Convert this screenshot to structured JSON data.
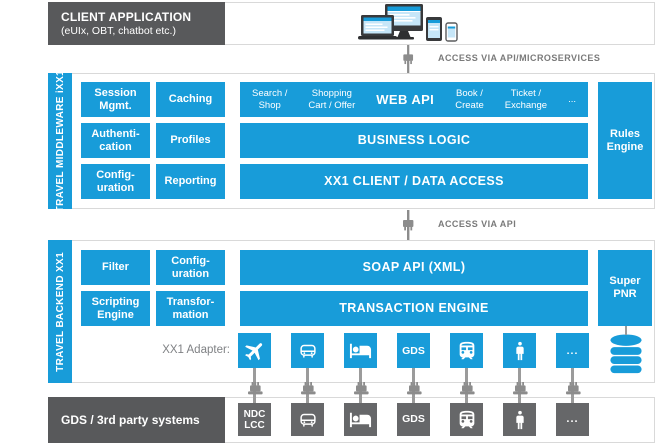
{
  "colors": {
    "blue": "#189cd9",
    "dark_gray": "#58595b",
    "square_gray": "#666769",
    "connector_gray": "#8c8c8c",
    "access_text": "#7a7a7a",
    "border_gray": "#d9d9d9",
    "screen_blue": "#c6e6f8"
  },
  "client": {
    "title": "CLIENT APPLICATION",
    "subtitle": "(eUIx, OBT, chatbot etc.)"
  },
  "connectors": {
    "top": "ACCESS VIA API/MICROSERVICES",
    "middle": "ACCESS VIA API"
  },
  "middleware": {
    "side_label": "TRAVEL MIDDLEWARE iXX1",
    "session": "Session\nMgmt.",
    "caching": "Caching",
    "authentication": "Authenti-\ncation",
    "profiles": "Profiles",
    "configuration": "Config-\nuration",
    "reporting": "Reporting",
    "web_api": {
      "title": "WEB API",
      "items_left": [
        "Search /\nShop",
        "Shopping\nCart / Offer"
      ],
      "items_right": [
        "Book /\nCreate",
        "Ticket /\nExchange",
        "..."
      ]
    },
    "business_logic": "BUSINESS LOGIC",
    "data_access": "XX1 CLIENT / DATA ACCESS",
    "rules_engine": "Rules\nEngine"
  },
  "backend": {
    "side_label": "TRAVEL BACKEND XX1",
    "filter": "Filter",
    "configuration": "Config-\nuration",
    "scripting": "Scripting\nEngine",
    "transformation": "Transfor-\nmation",
    "soap_api": "SOAP API (XML)",
    "transaction_engine": "TRANSACTION ENGINE",
    "super_pnr": "Super\nPNR",
    "adapter_label": "XX1 Adapter:",
    "adapters": [
      {
        "icon": "airplane-icon"
      },
      {
        "icon": "car-icon"
      },
      {
        "icon": "bed-icon"
      },
      {
        "label": "GDS"
      },
      {
        "icon": "train-icon"
      },
      {
        "icon": "person-icon"
      },
      {
        "label": "..."
      }
    ]
  },
  "gds_row": {
    "title": "GDS / 3rd party systems",
    "systems": [
      {
        "label": "NDC\nLCC"
      },
      {
        "icon": "car-icon"
      },
      {
        "icon": "bed-icon"
      },
      {
        "label": "GDS"
      },
      {
        "icon": "train-icon"
      },
      {
        "icon": "person-icon"
      },
      {
        "label": "..."
      }
    ]
  }
}
